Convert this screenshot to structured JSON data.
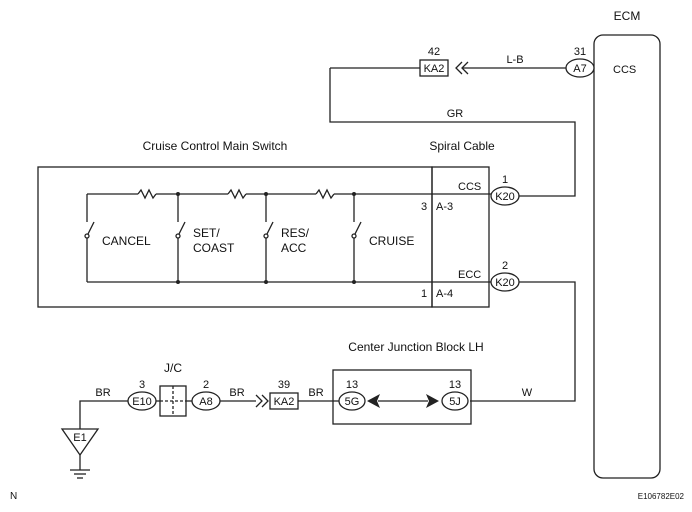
{
  "ecm": {
    "title": "ECM",
    "terminal": "CCS"
  },
  "main_switch": {
    "title": "Cruise Control Main Switch",
    "switches": [
      "CANCEL",
      "SET/",
      "COAST",
      "RES/",
      "ACC",
      "CRUISE"
    ],
    "pin_top": "3",
    "pin_bottom": "1"
  },
  "spiral_cable": {
    "title": "Spiral Cable",
    "pin_top": "A-3",
    "pin_bottom": "A-4",
    "signal_top": "CCS",
    "signal_bottom": "ECC"
  },
  "connectors": {
    "a7": {
      "code": "A7",
      "pin": "31"
    },
    "ka2_top": {
      "code": "KA2",
      "pin": "42"
    },
    "k20_top": {
      "code": "K20",
      "pin": "1"
    },
    "k20_bottom": {
      "code": "K20",
      "pin": "2"
    },
    "e10": {
      "code": "E10",
      "pin": "3"
    },
    "a8": {
      "code": "A8",
      "pin": "2"
    },
    "ka2_bottom": {
      "code": "KA2",
      "pin": "39"
    },
    "g5": {
      "code": "5G",
      "pin": "13"
    },
    "j5": {
      "code": "5J",
      "pin": "13"
    },
    "jc": {
      "label": "J/C"
    }
  },
  "junction_block": {
    "title": "Center Junction Block LH"
  },
  "wires": {
    "lb": "L-B",
    "gr": "GR",
    "w": "W",
    "br1": "BR",
    "br2": "BR",
    "br3": "BR"
  },
  "ground": {
    "code": "E1"
  },
  "footer": {
    "left": "N",
    "right": "E106782E02"
  }
}
